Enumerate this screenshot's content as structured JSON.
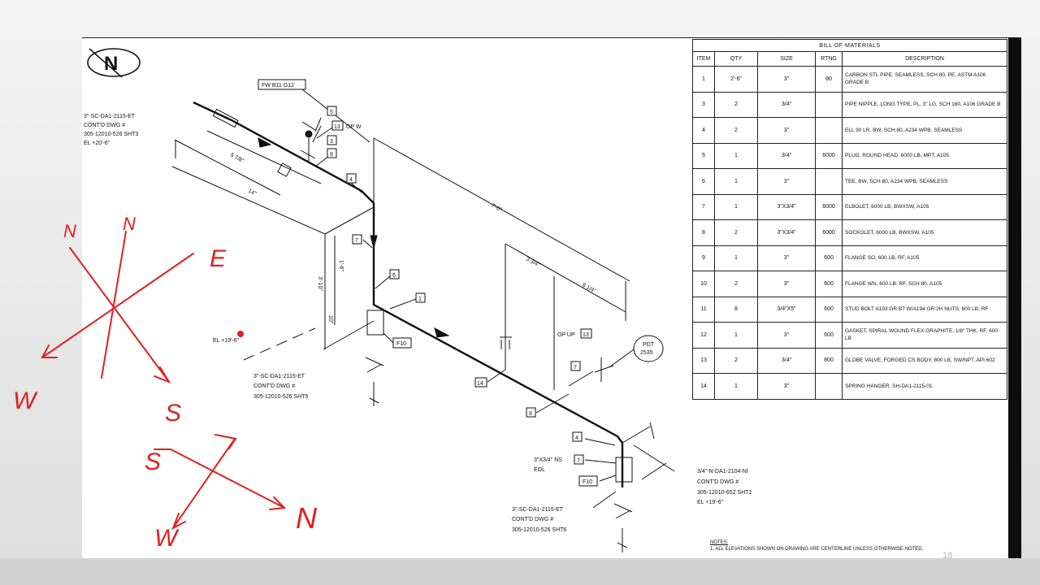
{
  "page_number": "18",
  "north_symbol": "N",
  "bill_of_materials": {
    "title": "BILL OF MATERIALS",
    "headers": [
      "ITEM",
      "QTY",
      "SIZE",
      "RTNG",
      "DESCRIPTION"
    ],
    "rows": [
      {
        "item": "1",
        "qty": "2'-6\"",
        "size": "3\"",
        "rtng": "80",
        "desc": "CARBON STL PIPE, SEAMLESS, SCH 80, PE, ASTM A106 GRADE B"
      },
      {
        "item": "3",
        "qty": "2",
        "size": "3/4\"",
        "rtng": "",
        "desc": "PIPE NIPPLE, LONG TYPE, PL, 3\" LG, SCH 160, A106 GRADE B"
      },
      {
        "item": "4",
        "qty": "2",
        "size": "3\"",
        "rtng": "",
        "desc": "ELL 90 LR, BW, SCH 80, A234 WPB, SEAMLESS"
      },
      {
        "item": "5",
        "qty": "1",
        "size": "3/4\"",
        "rtng": "6000",
        "desc": "PLUG, ROUND HEAD, 6000 LB, MPT, A105"
      },
      {
        "item": "6",
        "qty": "1",
        "size": "3\"",
        "rtng": "",
        "desc": "TEE, BW, SCH 80, A234 WPB, SEAMLESS"
      },
      {
        "item": "7",
        "qty": "1",
        "size": "3\"X3/4\"",
        "rtng": "6000",
        "desc": "ELBOLET, 6000 LB, BWXSW, A105"
      },
      {
        "item": "8",
        "qty": "2",
        "size": "3\"X3/4\"",
        "rtng": "6000",
        "desc": "SOCKOLET, 6000 LB, BWXSW, A105"
      },
      {
        "item": "9",
        "qty": "1",
        "size": "3\"",
        "rtng": "600",
        "desc": "FLANGE SO, 600 LB, RF, A105"
      },
      {
        "item": "10",
        "qty": "2",
        "size": "3\"",
        "rtng": "600",
        "desc": "FLANGE WN, 600 LB, RF, SCH 80, A105"
      },
      {
        "item": "11",
        "qty": "8",
        "size": "3/4\"X5\"",
        "rtng": "600",
        "desc": "STUD BOLT A193 GR B7 W/A194 GR 2H NUTS, 600 LB, RF"
      },
      {
        "item": "12",
        "qty": "1",
        "size": "3\"",
        "rtng": "600",
        "desc": "GASKET, SPIRAL WOUND FLEX GRAPHITE, 1/8\" THK, RF, 600 LB"
      },
      {
        "item": "13",
        "qty": "2",
        "size": "3/4\"",
        "rtng": "800",
        "desc": "GLOBE VALVE, FORGED CS BODY, 800 LB, SW/NPT, API 602"
      },
      {
        "item": "14",
        "qty": "1",
        "size": "3\"",
        "rtng": "",
        "desc": "SPRING HANGER, SH-DA1-2115-01"
      }
    ]
  },
  "notes": {
    "heading": "NOTES:",
    "line1": "1.  ALL ELEVATIONS SHOWN ON DRAWING ARE CENTERLINE UNLESS OTHERWISE NOTED."
  },
  "drawing": {
    "line_top": "3\"-SC-DA1-2115-ET",
    "contd_top": "CONT'D DWG #",
    "dwg_top": "305-12010-526 SHT3",
    "el_top": "EL +20'-6\"",
    "fw_tag": "FW B11 G12",
    "op_label": "OP W",
    "dim_5_7_8": "5 7/8\"",
    "dim_14": "14\"",
    "dim_7_0": "7'-0\"",
    "dim_3_3_4": "3 3/4\"",
    "dim_8_1_4": "8 1/4\"",
    "dim_v1": "3'-10\"",
    "dim_v2": "1'-6\"",
    "dim_v3": "10\"",
    "el_mid": "EL +19'-6\"",
    "line_mid": "3\"-SC-DA1-2115-ET",
    "contd_mid": "CONT'D DWG #",
    "dwg_mid": "305-12010-526 SHT5",
    "op_up": "OP UP",
    "pdt": "PDT",
    "pdt_num": "2535",
    "eol_size": "3\"X3/4\" NS",
    "eol": "EOL",
    "line_bot": "3\"-SC-DA1-2115-ET",
    "contd_bot": "CONT'D DWG #",
    "dwg_bot": "305-12010-526 SHT6",
    "line_right": "3/4\"-N-DA1-2104-NI",
    "contd_right": "CONT'D DWG #",
    "dwg_right": "305-12010-652 SHT1",
    "el_right": "EL +19'-6\"",
    "f10a": "F10",
    "f10b": "F10",
    "tags": {
      "t5": "5",
      "t13a": "13",
      "t3": "3",
      "t8a": "8",
      "t4a": "4",
      "t7a": "7",
      "t6": "6",
      "t1": "1",
      "t14": "14",
      "t13b": "13",
      "t7b": "7",
      "t8b": "8",
      "t4b": "4",
      "t7c": "7"
    }
  },
  "annotations": {
    "n1": "N",
    "n2": "N",
    "e1": "E",
    "w1": "W",
    "s1": "S",
    "s2": "S",
    "n3": "N",
    "w2": "W"
  },
  "colors": {
    "ink": "#111111",
    "annotation": "#e02020",
    "background": "#ffffff"
  }
}
